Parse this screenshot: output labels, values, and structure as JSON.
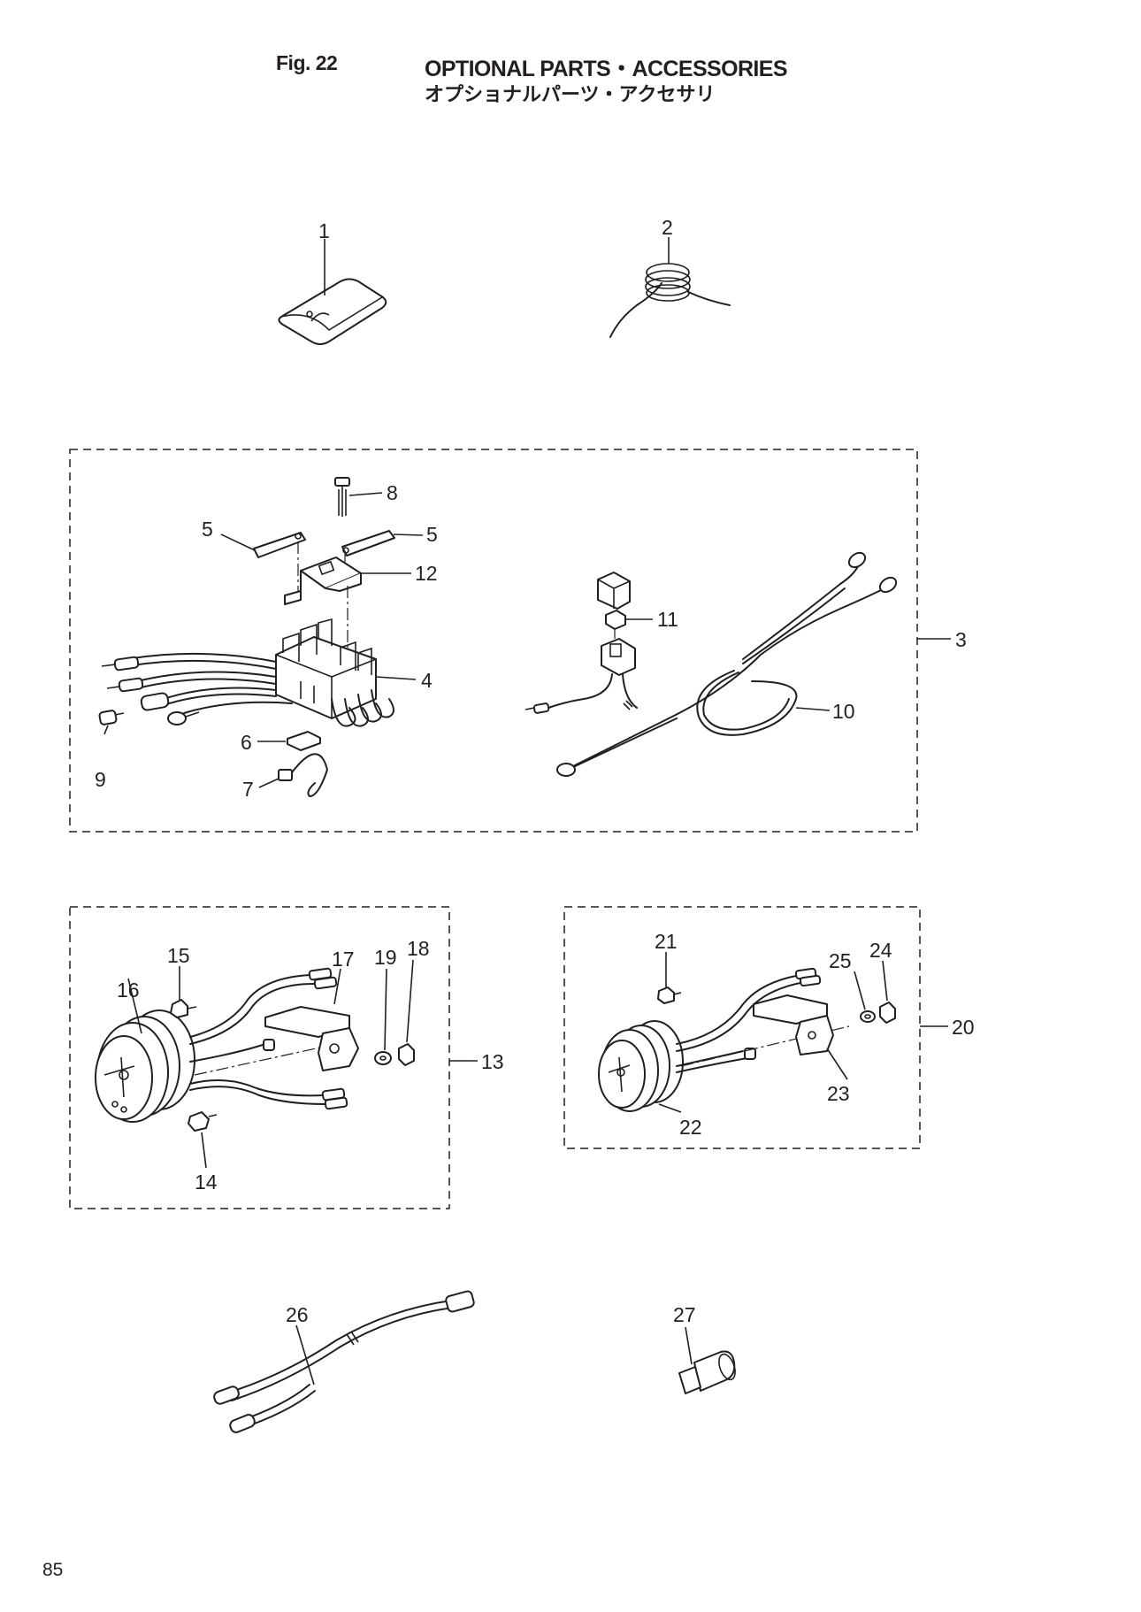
{
  "header": {
    "fig_no": "Fig. 22",
    "title_en": "OPTIONAL PARTS・ACCESSORIES",
    "title_jp": "オプショナルパーツ・アクセサリ"
  },
  "page_number": "85",
  "callouts": {
    "c1": "1",
    "c2": "2",
    "c3": "3",
    "c4": "4",
    "c5a": "5",
    "c5b": "5",
    "c6": "6",
    "c7": "7",
    "c8": "8",
    "c9": "9",
    "c10": "10",
    "c11": "11",
    "c12": "12",
    "c13": "13",
    "c14": "14",
    "c15": "15",
    "c16": "16",
    "c17": "17",
    "c18": "18",
    "c19": "19",
    "c20": "20",
    "c21": "21",
    "c22": "22",
    "c23": "23",
    "c24": "24",
    "c25": "25",
    "c26": "26",
    "c27": "27"
  }
}
